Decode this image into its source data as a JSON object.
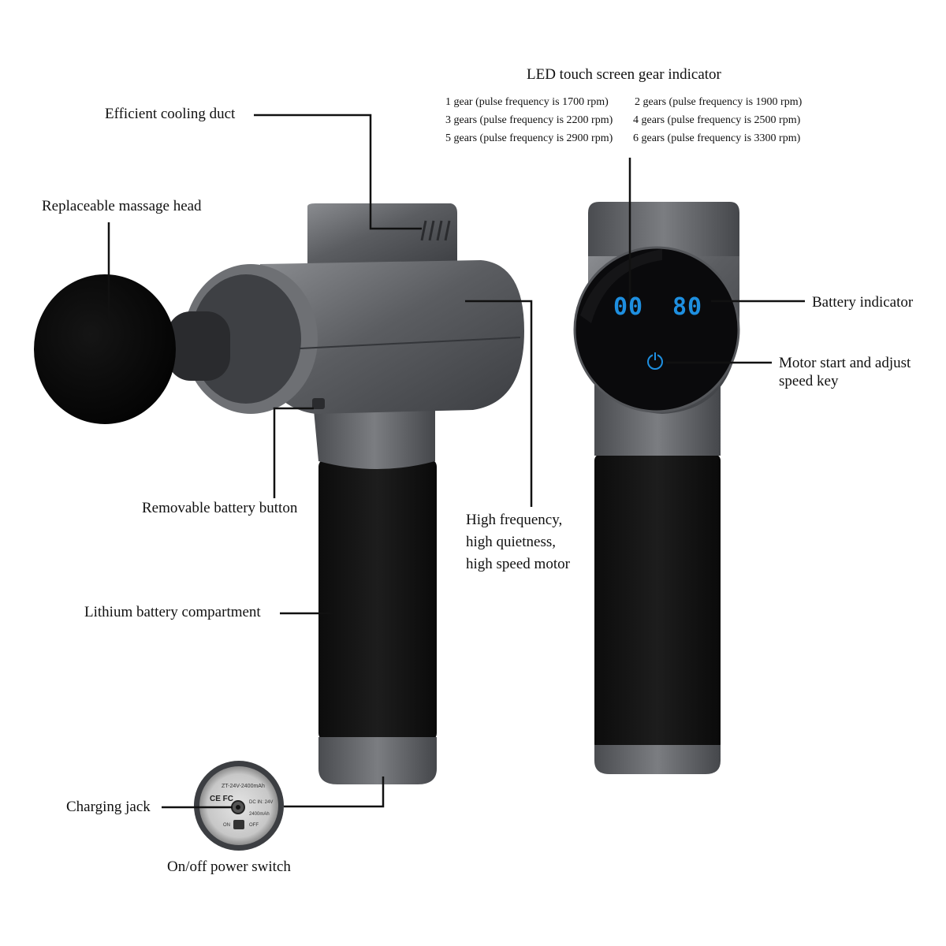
{
  "labels": {
    "cooling_duct": "Efficient cooling duct",
    "massage_head": "Replaceable massage head",
    "battery_button": "Removable battery button",
    "battery_compartment": "Lithium battery compartment",
    "charging_jack": "Charging jack",
    "power_switch": "On/off power switch",
    "motor_line1": "High frequency,",
    "motor_line2": "high quietness,",
    "motor_line3": "high speed motor",
    "battery_indicator": "Battery indicator",
    "start_key_line1": "Motor start and adjust",
    "start_key_line2": "speed key"
  },
  "gear_indicator": {
    "title": "LED touch screen gear indicator",
    "gears": [
      "1 gear (pulse frequency is 1700 rpm)",
      "2 gears (pulse frequency is 1900 rpm)",
      "3 gears (pulse frequency is 2200 rpm)",
      "4 gears (pulse frequency is 2500 rpm)",
      "5 gears (pulse frequency is 2900 rpm)",
      "6 gears (pulse frequency is 3300 rpm)"
    ]
  },
  "display": {
    "gear_readout": "00",
    "battery_readout": "80",
    "digit_color": "#1e8fe0"
  },
  "bottom_cap": {
    "model_text": "ZT-24V-2400mAh",
    "marks": "CE FC",
    "spec_text": "DC IN: 24V",
    "capacity_text": "2400mAh",
    "on_label": "ON",
    "off_label": "OFF"
  },
  "colors": {
    "body_gray": "#5a5c60",
    "grip_black": "#111111",
    "screen_black": "#0a0a0c"
  }
}
